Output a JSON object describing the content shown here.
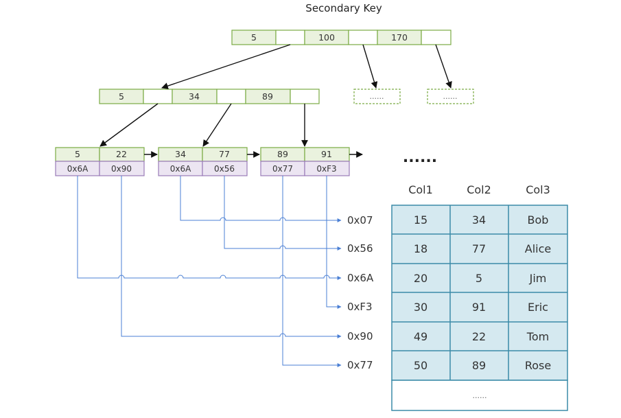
{
  "title": "Secondary Key",
  "root": {
    "keys": [
      "5",
      "100",
      "170"
    ]
  },
  "level2": {
    "keys": [
      "5",
      "34",
      "89"
    ]
  },
  "placeholders": [
    "......",
    "......"
  ],
  "leaves": [
    {
      "keys": [
        "5",
        "22"
      ],
      "pks": [
        "0x6A",
        "0x90"
      ]
    },
    {
      "keys": [
        "34",
        "77"
      ],
      "pks": [
        "0x6A",
        "0x56"
      ]
    },
    {
      "keys": [
        "89",
        "91"
      ],
      "pks": [
        "0x77",
        "0xF3"
      ]
    }
  ],
  "leaf_more": "......",
  "addresses": [
    "0x07",
    "0x56",
    "0x6A",
    "0xF3",
    "0x90",
    "0x77"
  ],
  "table": {
    "headers": [
      "Col1",
      "Col2",
      "Col3"
    ],
    "rows": [
      [
        "15",
        "34",
        "Bob"
      ],
      [
        "18",
        "77",
        "Alice"
      ],
      [
        "20",
        "5",
        "Jim"
      ],
      [
        "30",
        "91",
        "Eric"
      ],
      [
        "49",
        "22",
        "Tom"
      ],
      [
        "50",
        "89",
        "Rose"
      ]
    ],
    "more": "......"
  },
  "colors": {
    "node_fill": "#eaf2de",
    "node_border": "#7aab44",
    "ptr_fill": "#ece5f2",
    "ptr_border": "#9a7bb8",
    "table_fill": "#d5e9f0",
    "table_border": "#3b8ba8",
    "link_line": "#4a7fd4",
    "arrow": "#111111"
  }
}
